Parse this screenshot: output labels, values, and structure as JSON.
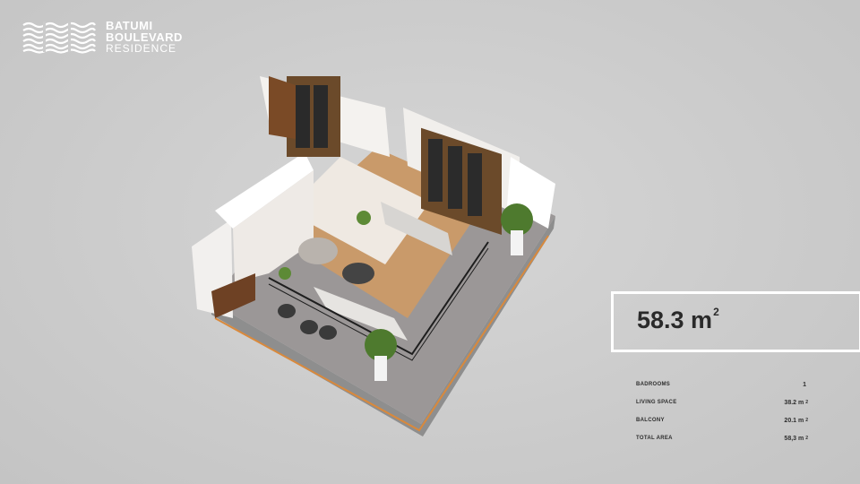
{
  "brand": {
    "line1": "BATUMI",
    "line2": "BOULEVARD",
    "line3": "RESIDENCE",
    "logo_icon": "wave-letters-logo-icon",
    "color": "#ffffff"
  },
  "apartment": {
    "area_value": "58.3 m",
    "area_sup": "2",
    "specs": [
      {
        "label": "BADROOMS",
        "value": "1",
        "sup": ""
      },
      {
        "label": "LIVING SPACE",
        "value": "38.2 m",
        "sup": "2"
      },
      {
        "label": "BALCONY",
        "value": "20.1 m",
        "sup": "2"
      },
      {
        "label": "TOTAL AREA",
        "value": "58,3 m",
        "sup": "2"
      }
    ]
  },
  "colors": {
    "background": "#cbcbcb",
    "wood": "#b5824e",
    "accent_line": "#d9893c"
  }
}
